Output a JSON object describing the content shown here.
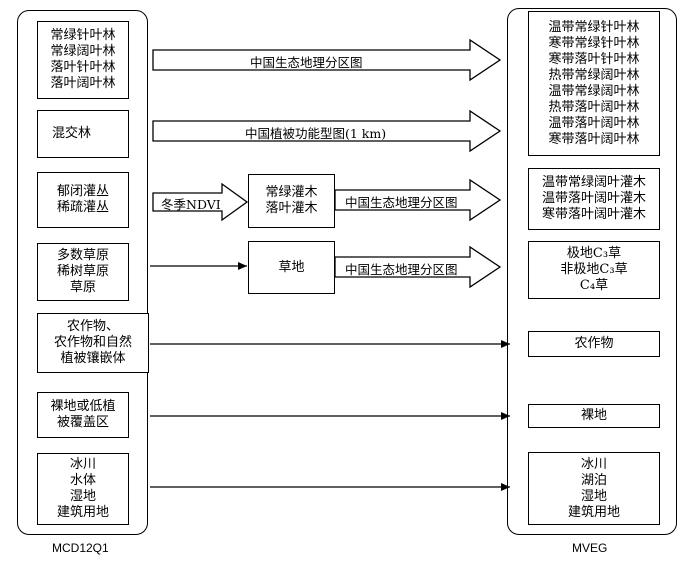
{
  "left_panel": {
    "title": "MCD12Q1",
    "boxes": [
      {
        "lines": [
          "常绿针叶林",
          "常绿阔叶林",
          "落叶针叶林",
          "落叶阔叶林"
        ]
      },
      {
        "lines": [
          "混交林"
        ]
      },
      {
        "lines": [
          "郁闭灌丛",
          "稀疏灌丛"
        ]
      },
      {
        "lines": [
          "多数草原",
          "稀树草原",
          "草原"
        ]
      },
      {
        "lines": [
          "农作物、",
          "农作物和自然",
          "植被镶嵌体"
        ]
      },
      {
        "lines": [
          "裸地或低植",
          "被覆盖区"
        ]
      },
      {
        "lines": [
          "冰川",
          "水体",
          "湿地",
          "建筑用地"
        ]
      }
    ]
  },
  "right_panel": {
    "title": "MVEG",
    "boxes": [
      {
        "lines": [
          "温带常绿针叶林",
          "寒带常绿针叶林",
          "寒带落叶针叶林",
          "热带常绿阔叶林",
          "温带常绿阔叶林",
          "热带落叶阔叶林",
          "温带落叶阔叶林",
          "寒带落叶阔叶林"
        ]
      },
      {
        "lines": [
          "温带常绿阔叶灌木",
          "温带落叶阔叶灌木",
          "寒带落叶阔叶灌木"
        ]
      },
      {
        "lines": [
          "极地C₃草",
          "非极地C₃草",
          "C₄草"
        ]
      },
      {
        "lines": [
          "农作物"
        ]
      },
      {
        "lines": [
          "裸地"
        ]
      },
      {
        "lines": [
          "冰川",
          "湖泊",
          "湿地",
          "建筑用地"
        ]
      }
    ]
  },
  "middle": {
    "shrub_box": {
      "lines": [
        "常绿灌木",
        "落叶灌木"
      ]
    },
    "grass_box": {
      "lines": [
        "草地"
      ]
    }
  },
  "arrow_labels": {
    "forest_to_mveg": "中国生态地理分区图",
    "mixed_to_mveg": "中国植被功能型图(1 km)",
    "shrub_ndvi": "冬季NDVI",
    "shrub_to_mveg": "中国生态地理分区图",
    "grass_to_mveg": "中国生态地理分区图"
  }
}
